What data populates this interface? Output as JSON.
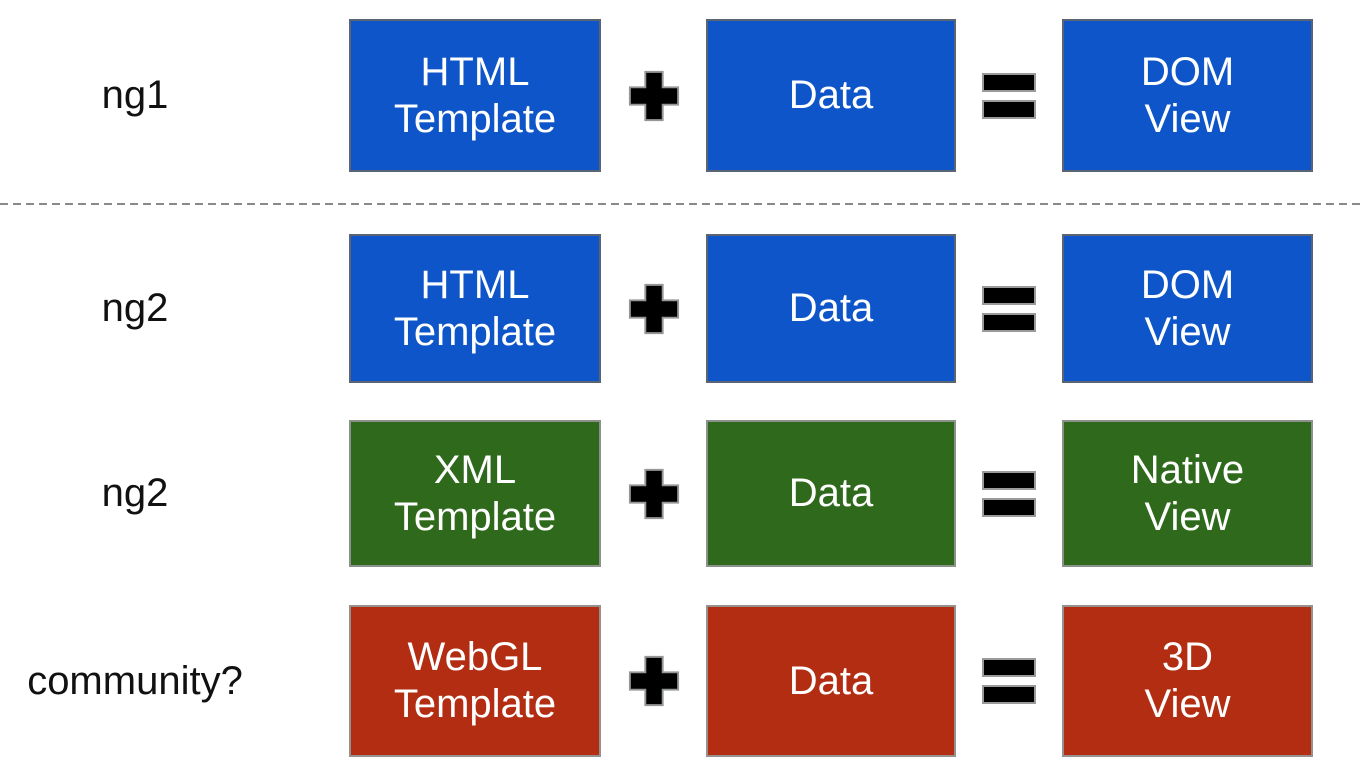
{
  "page": {
    "background": "#FFFFFF"
  },
  "colors": {
    "blue": "#0D55C8",
    "green": "#2E691C",
    "red": "#B22D12",
    "blue_border": "#5A6472",
    "green_border": "#8C918C",
    "red_border": "#97918E",
    "operator_fill": "#000000",
    "operator_outline": "#949698",
    "divider": "#8A8A8A",
    "label_text": "#111111",
    "box_text": "#FFFFFF"
  },
  "icons": {
    "plus": "plus-icon",
    "equals": "equals-icon"
  },
  "rows": [
    {
      "label": "ng1",
      "template_line1": "HTML",
      "template_line2": "Template",
      "data_label": "Data",
      "result_line1": "DOM",
      "result_line2": "View",
      "box_bg": "#0D55C8",
      "box_border": "#5A6472"
    },
    {
      "label": "ng2",
      "template_line1": "HTML",
      "template_line2": "Template",
      "data_label": "Data",
      "result_line1": "DOM",
      "result_line2": "View",
      "box_bg": "#0D55C8",
      "box_border": "#5A6472"
    },
    {
      "label": "ng2",
      "template_line1": "XML",
      "template_line2": "Template",
      "data_label": "Data",
      "result_line1": "Native",
      "result_line2": "View",
      "box_bg": "#2E691C",
      "box_border": "#8C918C"
    },
    {
      "label": "community?",
      "template_line1": "WebGL",
      "template_line2": "Template",
      "data_label": "Data",
      "result_line1": "3D",
      "result_line2": "View",
      "box_bg": "#B22D12",
      "box_border": "#97918E"
    }
  ]
}
